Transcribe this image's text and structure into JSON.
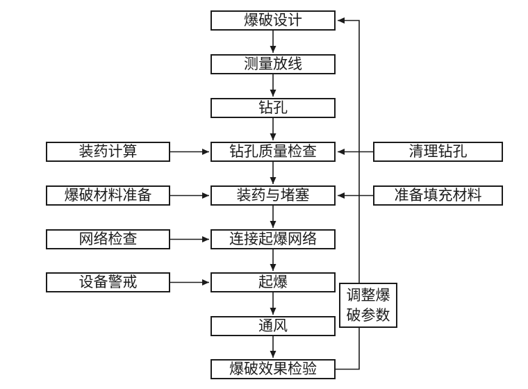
{
  "diagram": {
    "main_flow": [
      {
        "label": "爆破设计"
      },
      {
        "label": "测量放线"
      },
      {
        "label": "钻孔"
      },
      {
        "label": "钻孔质量检查"
      },
      {
        "label": "装药与堵塞"
      },
      {
        "label": "连接起爆网络"
      },
      {
        "label": "起爆"
      },
      {
        "label": "通风"
      },
      {
        "label": "爆破效果检验"
      }
    ],
    "left_inputs": [
      {
        "label": "装药计算"
      },
      {
        "label": "爆破材料准备"
      },
      {
        "label": "网络检查"
      },
      {
        "label": "设备警戒"
      }
    ],
    "right_inputs": [
      {
        "label": "清理钻孔"
      },
      {
        "label": "准备填充材料"
      }
    ],
    "feedback": {
      "label": "调整爆破参数",
      "line1": "调整爆",
      "line2": "破参数"
    },
    "edges": [
      "爆破设计 → 测量放线",
      "测量放线 → 钻孔",
      "钻孔 → 钻孔质量检查",
      "装药计算 → 钻孔质量检查",
      "清理钻孔 → 钻孔质量检查",
      "钻孔质量检查 → 装药与堵塞",
      "爆破材料准备 → 装药与堵塞",
      "准备填充材料 → 装药与堵塞",
      "装药与堵塞 → 连接起爆网络",
      "网络检查 → 连接起爆网络",
      "连接起爆网络 → 起爆",
      "设备警戒 → 起爆",
      "起爆 → 通风",
      "通风 → 爆破效果检验",
      "爆破效果检验 → 调整爆破参数 → 爆破设计"
    ]
  },
  "colors": {
    "line": "#1b1b1b",
    "box_border": "#1b1b1b",
    "box_background": "#ffffff",
    "page_background": "#ffffff",
    "text": "#1b1b1b"
  }
}
